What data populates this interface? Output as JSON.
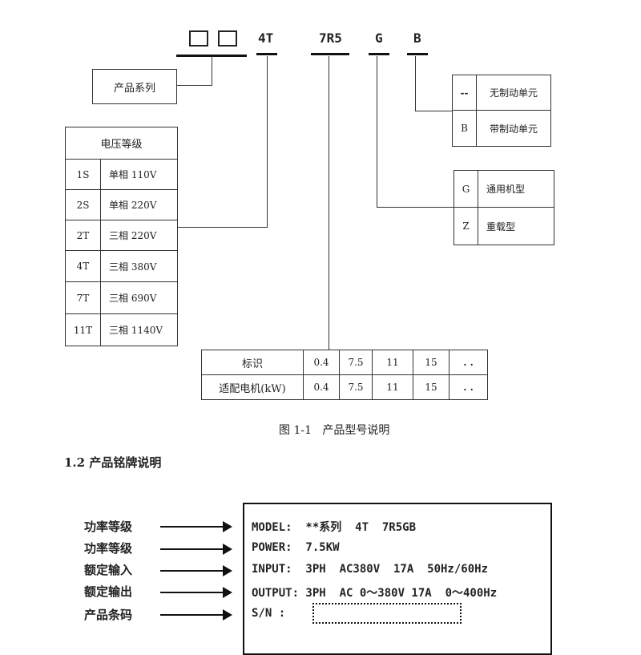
{
  "model_code": {
    "series_boxes": [
      "",
      ""
    ],
    "voltage_code": "4T",
    "power_code": "7R5",
    "type_code": "G",
    "brake_code": "B"
  },
  "product_series_label": "产品系列",
  "voltage_table": {
    "header": "电压等级",
    "rows": [
      {
        "code": "1S",
        "desc": "单相 110V"
      },
      {
        "code": "2S",
        "desc": "单相 220V"
      },
      {
        "code": "2T",
        "desc": "三相 220V"
      },
      {
        "code": "4T",
        "desc": "三相 380V"
      },
      {
        "code": "7T",
        "desc": "三相 690V"
      },
      {
        "code": "11T",
        "desc": "三相 1140V"
      }
    ]
  },
  "brake_table": {
    "rows": [
      {
        "code": "--",
        "desc": "无制动单元"
      },
      {
        "code": "B",
        "desc": "带制动单元"
      }
    ]
  },
  "type_table": {
    "rows": [
      {
        "code": "G",
        "desc": "通用机型"
      },
      {
        "code": "Z",
        "desc": "重载型"
      }
    ]
  },
  "power_table": {
    "row1_label": "标识",
    "row2_label": "适配电机(kW)",
    "row1_values": [
      "0.4",
      "7.5",
      "11",
      "15",
      ". ."
    ],
    "row2_values": [
      "0.4",
      "7.5",
      "11",
      "15",
      ". ."
    ]
  },
  "figure_caption": "图 1-1   产品型号说明",
  "section_title": "1.2 产品铭牌说明",
  "nameplate": {
    "labels": [
      "功率等级",
      "功率等级",
      "额定输入",
      "额定输出",
      "产品条码"
    ],
    "lines": [
      "MODEL:  **系列  4T  7R5GB",
      "POWER:  7.5KW",
      "INPUT:  3PH  AC380V  17A  50Hz/60Hz",
      "OUTPUT: 3PH  AC 0～380V 17A  0～400Hz",
      "S/N :"
    ]
  }
}
